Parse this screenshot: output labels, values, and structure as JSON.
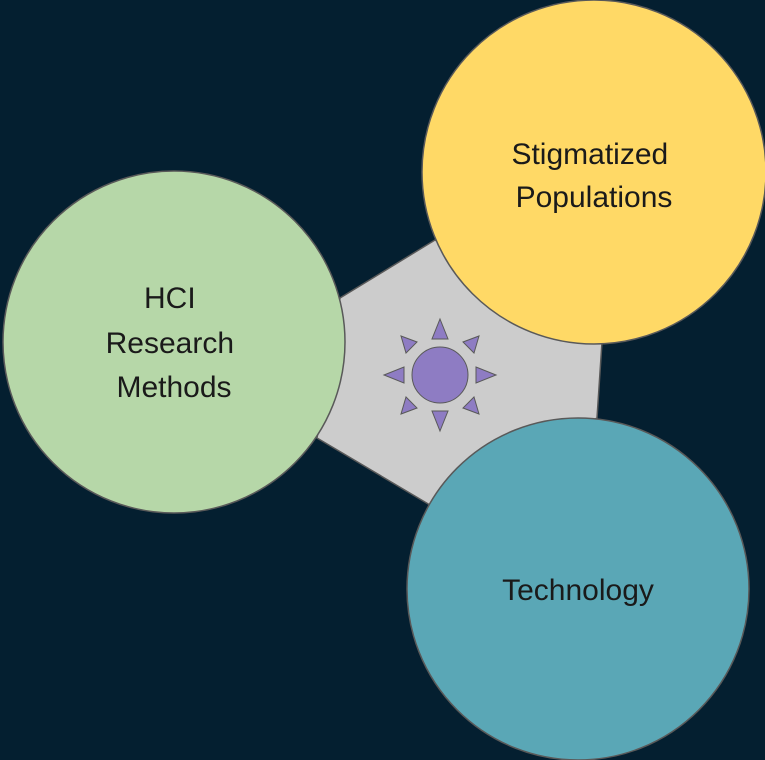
{
  "diagram": {
    "colors": {
      "background": "#041f30",
      "hexagon": "#cccccc",
      "sun": "#8e7cc3",
      "outline": "#595959"
    },
    "center_icon": "sun-icon",
    "circles": [
      {
        "id": "hci",
        "lines": [
          "HCI",
          "Research",
          "Methods"
        ],
        "color": "#b6d7a8"
      },
      {
        "id": "stigmatized",
        "lines": [
          "Stigmatized",
          "Populations"
        ],
        "color": "#ffd966"
      },
      {
        "id": "technology",
        "lines": [
          "Technology"
        ],
        "color": "#5aa7b6"
      }
    ]
  }
}
